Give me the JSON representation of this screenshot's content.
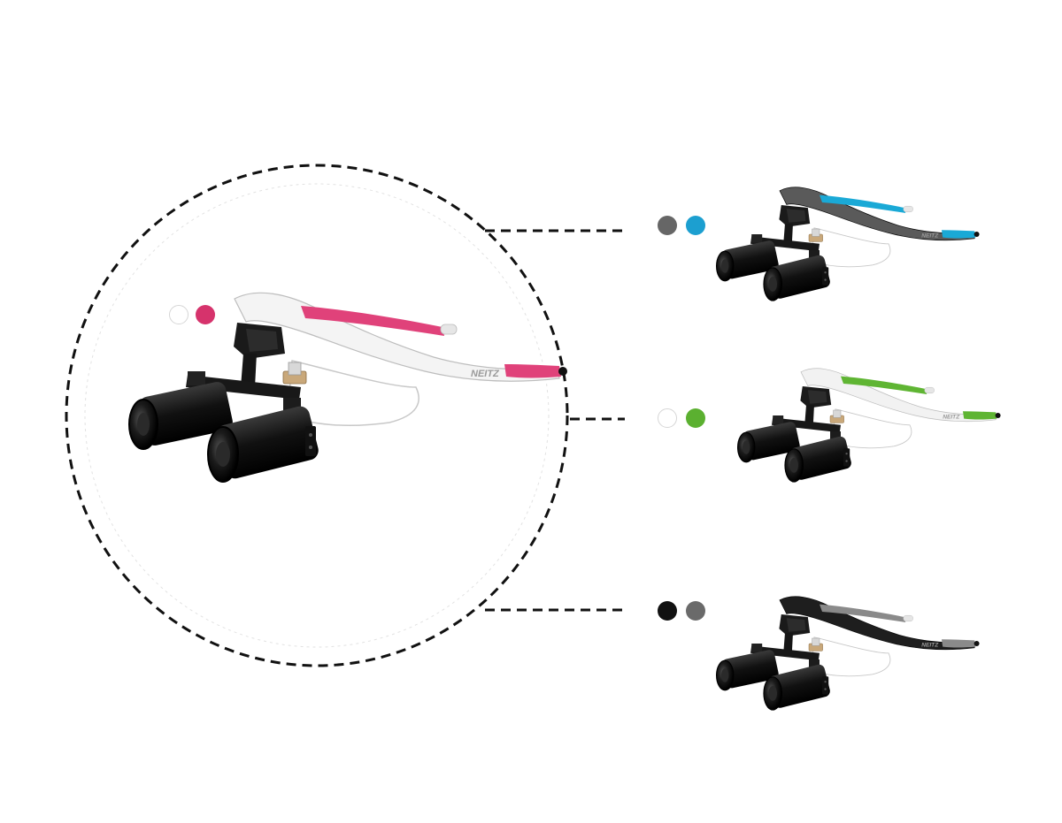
{
  "brand": "NEITZ",
  "featured": {
    "name": "loupe-white-pink",
    "frame_color": "#f4f4f4",
    "temple_color": "#e0427a",
    "swatches": [
      "#ffffff",
      "#d6336c"
    ]
  },
  "variants": [
    {
      "name": "loupe-gray-blue",
      "frame_color": "#5a5a5a",
      "temple_color": "#1aa9d6",
      "swatches": [
        "#666666",
        "#1c9fd0"
      ]
    },
    {
      "name": "loupe-white-green",
      "frame_color": "#f2f2f2",
      "temple_color": "#5fb533",
      "swatches": [
        "#ffffff",
        "#5bb030"
      ]
    },
    {
      "name": "loupe-black-gray",
      "frame_color": "#1e1e1e",
      "temple_color": "#8a8a8a",
      "swatches": [
        "#111111",
        "#6a6a6a"
      ]
    }
  ]
}
